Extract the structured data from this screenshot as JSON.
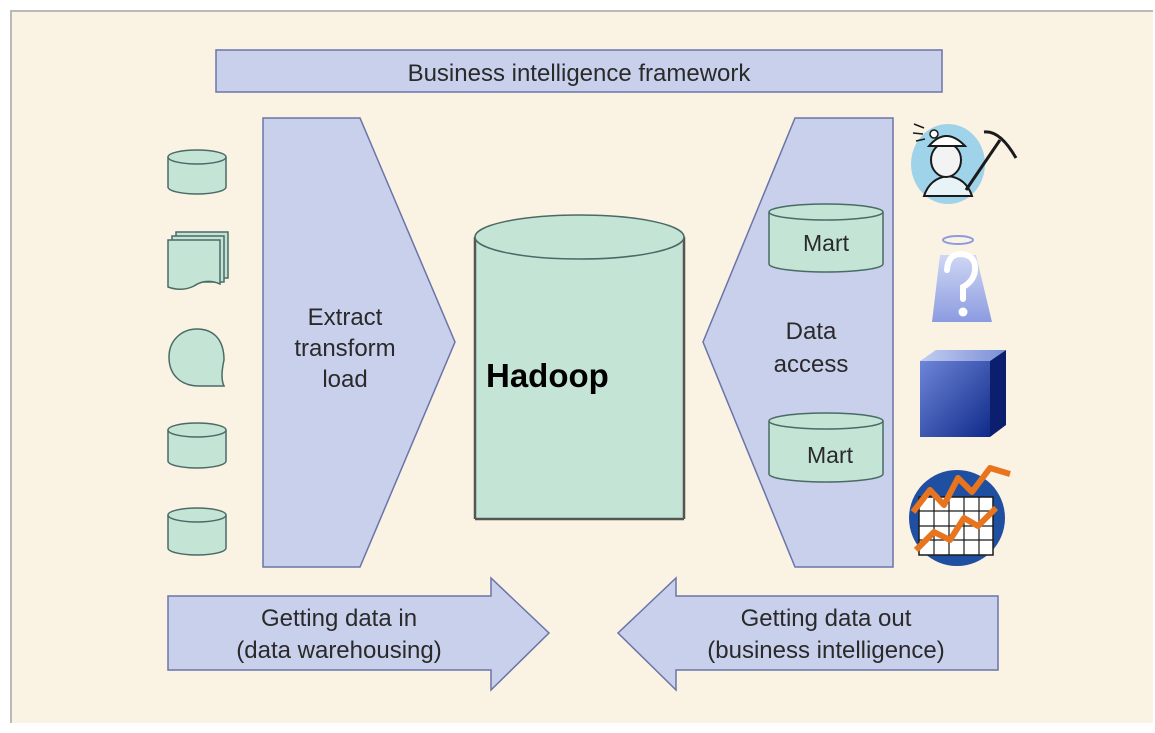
{
  "diagram": {
    "header_title": "Business intelligence framework",
    "etl_panel": {
      "line1": "Extract",
      "line2": "transform",
      "line3": "load"
    },
    "hub_label": "Hadoop",
    "access_panel": {
      "line1": "Data",
      "line2": "access",
      "mart_top": "Mart",
      "mart_bottom": "Mart"
    },
    "arrow_in": {
      "line1": "Getting data in",
      "line2": "(data warehousing)"
    },
    "arrow_out": {
      "line1": "Getting data out",
      "line2": "(business intelligence)"
    },
    "source_icons": [
      "database-icon",
      "documents-icon",
      "speech-bubble-icon",
      "database-icon",
      "database-icon"
    ],
    "consumer_icons": [
      "miner-icon",
      "question-icon",
      "cube-icon",
      "chart-icon"
    ],
    "colors": {
      "background": "#faf2e2",
      "panel_fill": "#c9d0ec",
      "panel_stroke": "#6a74a8",
      "cylinder_fill": "#c4e4d6",
      "cylinder_stroke": "#4a6b65"
    }
  }
}
